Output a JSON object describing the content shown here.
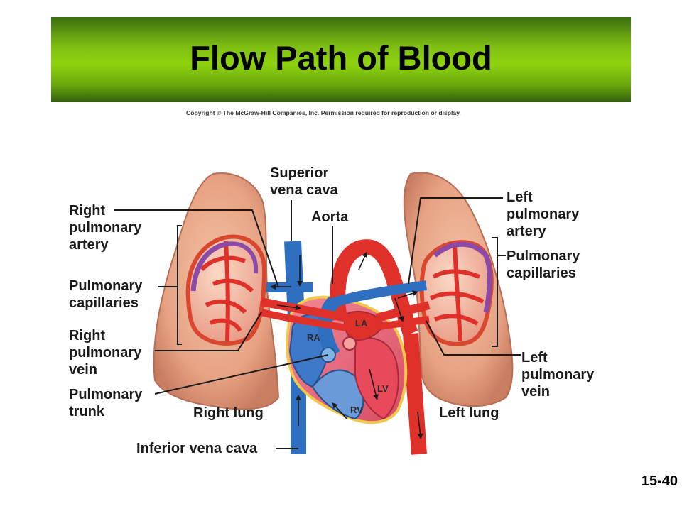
{
  "title": "Flow Path of Blood",
  "copyright": "Copyright © The McGraw-Hill Companies, Inc. Permission required for reproduction or display.",
  "labels": {
    "superior_vena_cava": [
      "Superior",
      "vena cava"
    ],
    "aorta": [
      "Aorta"
    ],
    "right_pulmonary_artery": [
      "Right",
      "pulmonary",
      "artery"
    ],
    "pulmonary_capillaries_left_side": [
      "Pulmonary",
      "capillaries"
    ],
    "right_pulmonary_vein": [
      "Right",
      "pulmonary",
      "vein"
    ],
    "pulmonary_trunk": [
      "Pulmonary",
      "trunk"
    ],
    "right_lung": [
      "Right lung"
    ],
    "inferior_vena_cava": [
      "Inferior vena cava"
    ],
    "left_pulmonary_artery": [
      "Left",
      "pulmonary",
      "artery"
    ],
    "pulmonary_capillaries_right_side": [
      "Pulmonary",
      "capillaries"
    ],
    "left_pulmonary_vein": [
      "Left",
      "pulmonary",
      "vein"
    ],
    "left_lung": [
      "Left lung"
    ]
  },
  "chambers": {
    "ra": "RA",
    "la": "LA",
    "lv": "LV",
    "rv": "RV"
  },
  "slide_number": "15-40",
  "colors": {
    "banner": "#8fd30f",
    "lung": "#e9a88a",
    "oxygenated": "#e0302a",
    "deoxygenated": "#2f6fc0",
    "capillary": "#8b4aa8",
    "heart_wall": "#f07a8a"
  }
}
